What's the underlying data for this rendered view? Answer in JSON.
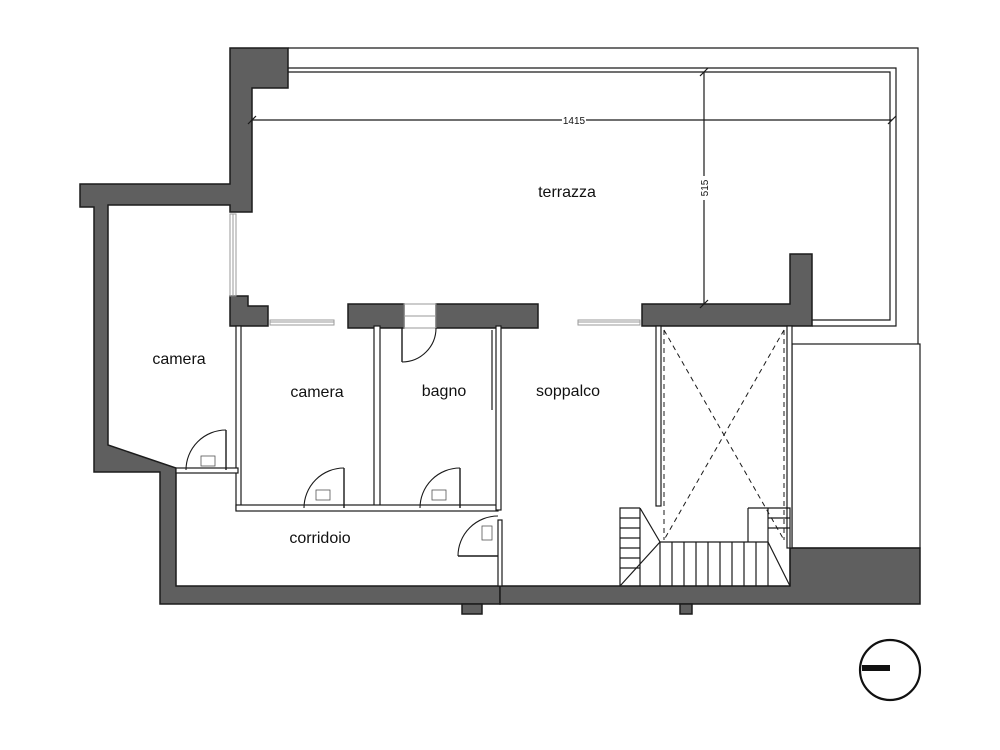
{
  "rooms": {
    "terrace": "terrazza",
    "bedroom_left": "camera",
    "bedroom_center": "camera",
    "bathroom": "bagno",
    "mezzanine": "soppalco",
    "corridor": "corridoio"
  },
  "dimensions": {
    "terrace_width": "1415",
    "terrace_depth": "515"
  },
  "colors": {
    "wall_fill": "#5f5f5f",
    "line": "#1a1a1a",
    "background": "#ffffff"
  },
  "icons": {
    "north_symbol": "north-arrow-icon"
  }
}
